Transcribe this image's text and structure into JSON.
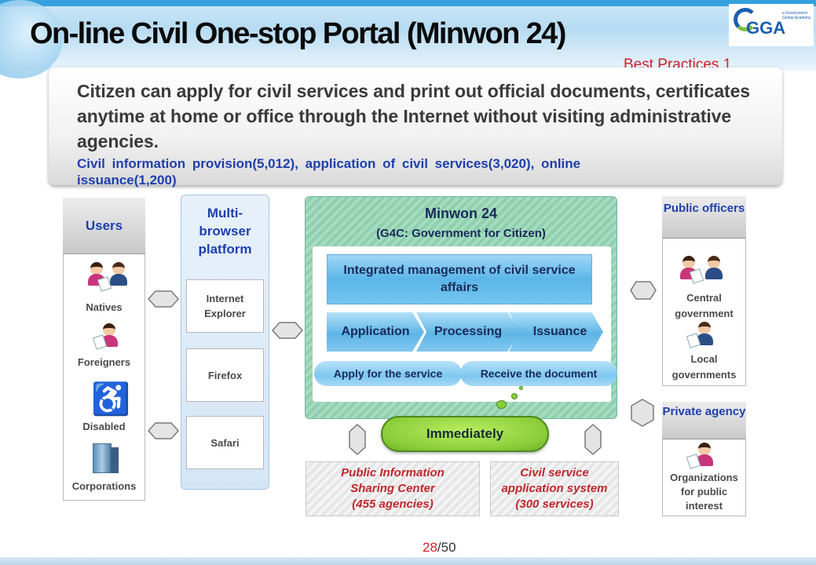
{
  "header": {
    "title": "On-line Civil One-stop Portal (Minwon 24)",
    "subtitle": "Best Practices 1",
    "logo_text": "GGA",
    "logo_sub": "e-Government Global Academy"
  },
  "intro": {
    "text": "Citizen can apply for civil services and print out official documents, certificates anytime at home or office through the Internet without visiting administrative agencies.",
    "stats": "Civil information provision(5,012), application of civil services(3,020), online issuance(1,200)"
  },
  "users": {
    "title": "Users",
    "items": [
      "Natives",
      "Foreigners",
      "Disabled",
      "Corporations"
    ]
  },
  "browsers": {
    "title": "Multi-browser platform",
    "items": [
      "Internet Explorer",
      "Firefox",
      "Safari"
    ]
  },
  "minwon": {
    "title": "Minwon 24",
    "subtitle": "(G4C: Government for Citizen)",
    "integrated": "Integrated management of civil service affairs",
    "steps": [
      "Application",
      "Processing",
      "Issuance"
    ],
    "actions": [
      "Apply for the service",
      "Receive the document"
    ],
    "bubble": "Immediately"
  },
  "bottom_boxes": [
    {
      "lines": [
        "Public Information",
        "Sharing Center",
        "(455 agencies)"
      ]
    },
    {
      "lines": [
        "Civil service",
        "application system",
        "(300 services)"
      ]
    }
  ],
  "public_officers": {
    "title": "Public officers",
    "items": [
      "Central government",
      "Local governments"
    ]
  },
  "private_agency": {
    "title": "Private agency",
    "items": [
      "Organizations for public interest"
    ]
  },
  "footer": {
    "page": "28",
    "total": "/50"
  },
  "colors": {
    "accent_red": "#d0202a",
    "title_blue": "#1e3fae",
    "minwon_green": "#a5dcbf",
    "step_blue": "#5db5e6",
    "bubble_green": "#8ccd3a"
  }
}
